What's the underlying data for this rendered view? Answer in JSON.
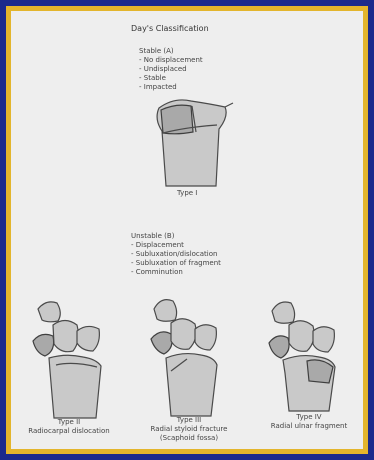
{
  "diagram": {
    "title": "Day's Classification",
    "group_a": {
      "heading": "Stable (A)",
      "items": [
        "- No displacement",
        "- Undisplaced",
        "- Stable",
        "- Impacted"
      ],
      "caption": "Type I"
    },
    "group_b": {
      "heading": "Unstable (B)",
      "items": [
        "- Displacement",
        "- Subluxation/dislocation",
        "- Subluxation of fragment",
        "- Comminution"
      ],
      "captions": [
        "Type II\nRadiocarpal dislocation",
        "Type III\nRadial styloid fracture\n(Scaphoid fossa)",
        "Type IV\nRadial ulnar fragment"
      ]
    }
  }
}
